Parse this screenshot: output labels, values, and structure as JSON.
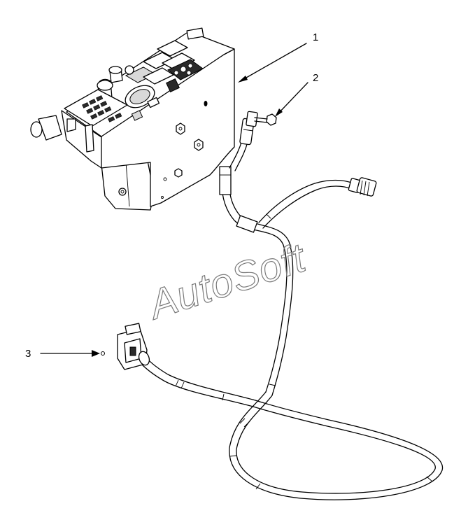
{
  "callouts": [
    {
      "label": "1"
    },
    {
      "label": "2"
    },
    {
      "label": "3"
    }
  ],
  "watermark": "AutoSoft"
}
